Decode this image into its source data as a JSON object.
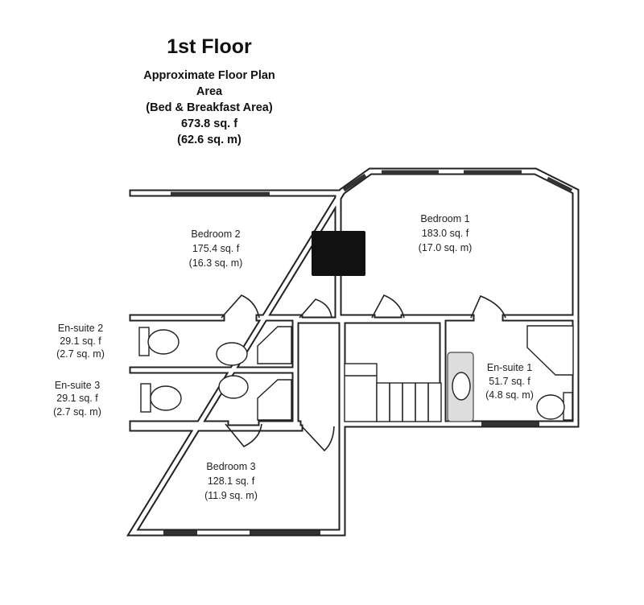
{
  "header": {
    "title": "1st Floor",
    "subtitle_lines": [
      "Approximate Floor Plan",
      "Area",
      "(Bed & Breakfast Area)",
      "673.8 sq. f",
      "(62.6 sq. m)"
    ]
  },
  "rooms": [
    {
      "name": "Bedroom 2",
      "area_ft": "175.4 sq. f",
      "area_m": "(16.3 sq. m)"
    },
    {
      "name": "Bedroom 1",
      "area_ft": "183.0 sq. f",
      "area_m": "(17.0 sq. m)"
    },
    {
      "name": "En-suite 2",
      "area_ft": "29.1 sq. f",
      "area_m": "(2.7 sq. m)"
    },
    {
      "name": "En-suite 3",
      "area_ft": "29.1 sq. f",
      "area_m": "(2.7 sq. m)"
    },
    {
      "name": "En-suite 1",
      "area_ft": "51.7 sq. f",
      "area_m": "(4.8 sq. m)"
    },
    {
      "name": "Bedroom 3",
      "area_ft": "128.1 sq. f",
      "area_m": "(11.9 sq. m)"
    }
  ]
}
